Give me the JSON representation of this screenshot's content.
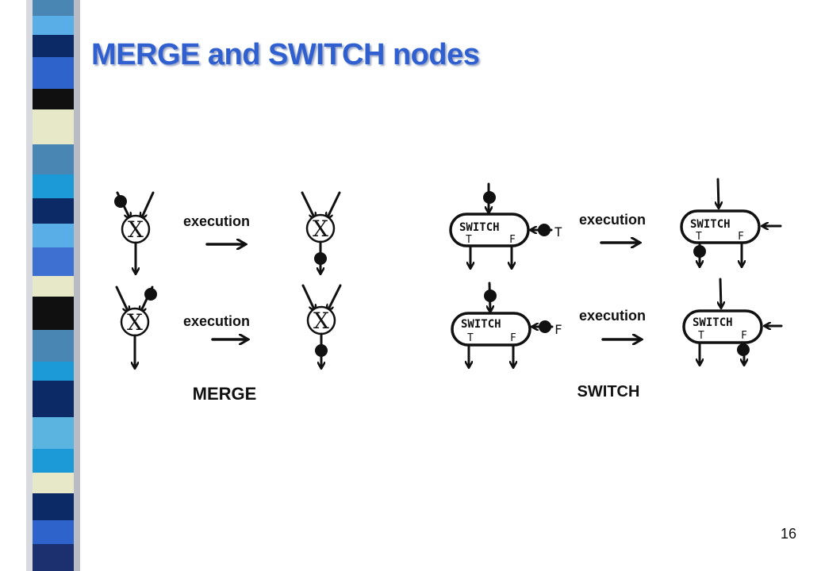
{
  "title": "MERGE and SWITCH nodes",
  "page_number": "16",
  "merge": {
    "node_label": "X",
    "step_label": "execution",
    "caption": "MERGE"
  },
  "switch": {
    "node_label": "SWITCH",
    "true_port": "T",
    "false_port": "F",
    "control_true": "T",
    "control_false": "F",
    "step_label": "execution",
    "caption": "SWITCH"
  },
  "colors": {
    "title": "#3060d0",
    "stripes": [
      "#4a86b4",
      "#0c2a66",
      "#5aaee8",
      "#2f63cc",
      "#e6e8c8",
      "#101010",
      "#1c2f6e",
      "#5bb3e0",
      "#3d70d0"
    ]
  }
}
